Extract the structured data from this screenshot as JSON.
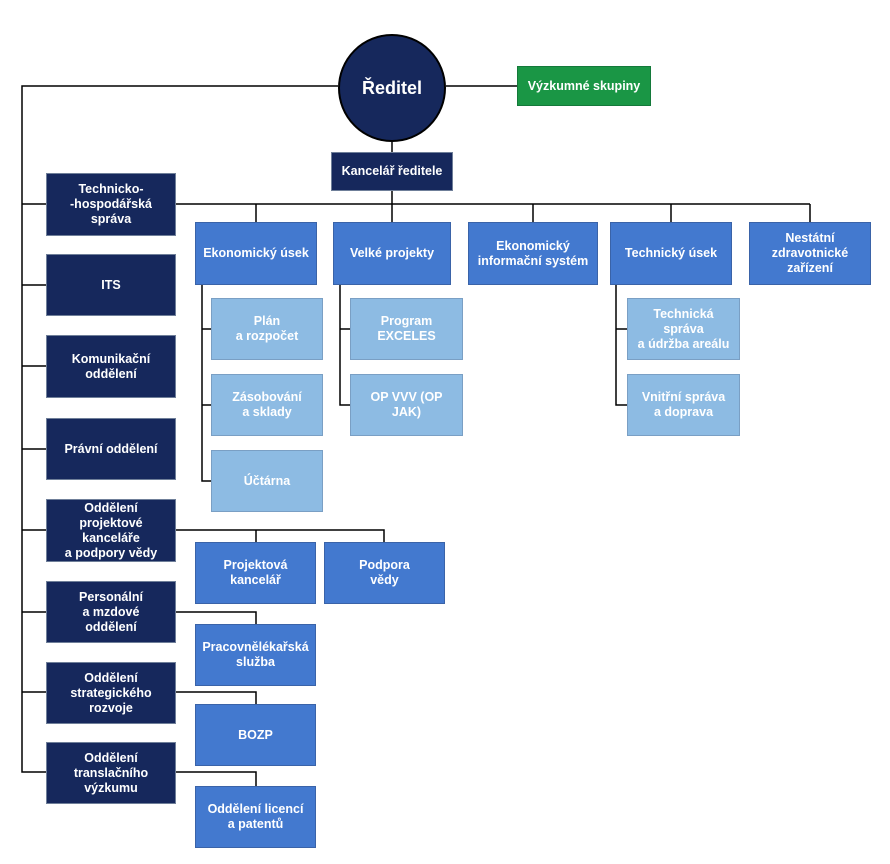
{
  "director": "Ředitel",
  "research_groups": "Výzkumné skupiny",
  "directors_office": "Kancelář ředitele",
  "left_departments": [
    "Technicko-\n-hospodářská\nspráva",
    "ITS",
    "Komunikační\noddělení",
    "Právní oddělení",
    "Oddělení\nprojektové kanceláře\na podpory vědy",
    "Personální\na mzdové\noddělení",
    "Oddělení\nstrategického\nrozvoje",
    "Oddělení\ntranslačního\nvýzkumu"
  ],
  "top_units": [
    "Ekonomický úsek",
    "Velké projekty",
    "Ekonomický\ninformační systém",
    "Technický úsek",
    "Nestátní\nzdravotnické\nzařízení"
  ],
  "economic_subunits": [
    "Plán\na rozpočet",
    "Zásobování\na sklady",
    "Účtárna"
  ],
  "projects_subunits": [
    "Program\nEXCELES",
    "OP VVV (OP JAK)"
  ],
  "technical_subunits": [
    "Technická správa\na údržba areálu",
    "Vnitřní správa\na doprava"
  ],
  "project_office_subunits": [
    "Projektová\nkancelář",
    "Podpora\nvědy"
  ],
  "hr_subunit": "Pracovnělékařská\nslužba",
  "strategy_subunit": "BOZP",
  "translational_subunit": "Oddělení licencí\na patentů",
  "colors": {
    "navy": "#16285c",
    "blue": "#4379cf",
    "light_blue": "#8dbbe3",
    "green": "#1a9645",
    "line": "#000000"
  }
}
